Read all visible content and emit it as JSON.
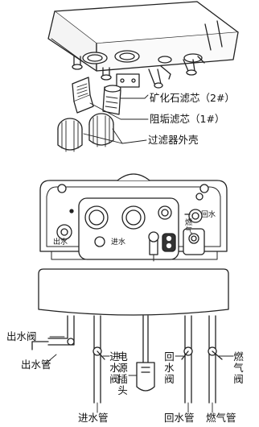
{
  "top_labels": {
    "mineral_filter": "矿化石滤芯（2#）",
    "scale_filter": "阻垢滤芯（1#）",
    "filter_shell": "过滤器外壳"
  },
  "panel_labels": {
    "outlet": "出水",
    "inlet": "进水",
    "return": "回水",
    "gas": "燃气"
  },
  "pipe_labels": {
    "outlet_valve": "出水阀",
    "outlet_pipe": "出水管",
    "inlet_valve": "进水阀",
    "inlet_pipe": "进水管",
    "power_plug": "电源插头",
    "return_valve": "回水阀",
    "return_pipe": "回水管",
    "gas_valve": "燃气阀",
    "gas_pipe": "燃气管"
  }
}
